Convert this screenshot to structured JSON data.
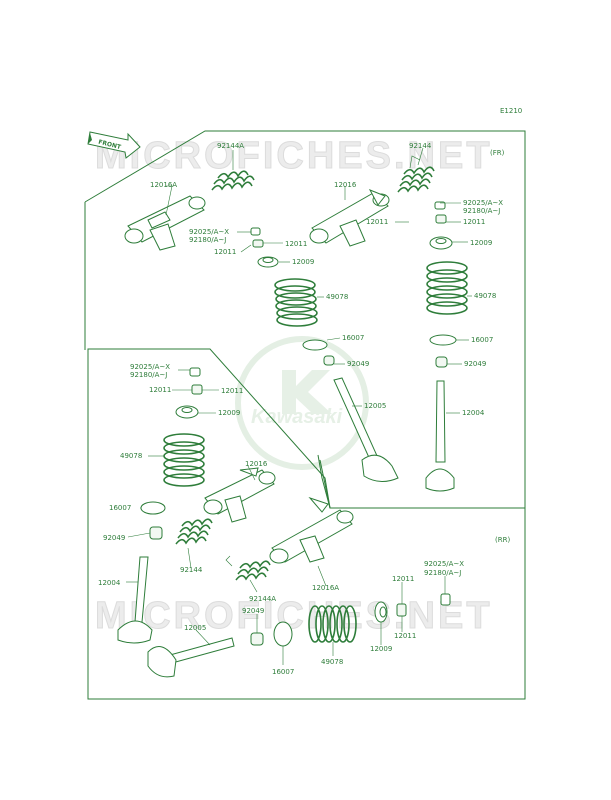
{
  "diagram_code": "E1210",
  "watermark": {
    "text": "MICROFICHES.NET",
    "brand": "Kawasaki"
  },
  "front_arrow_text": "FRONT",
  "sections": {
    "front": "(FR)",
    "rear": "(RR)"
  },
  "parts": {
    "rocker_arm_a": "12016A",
    "rocker_arm": "12016",
    "valve_spring_inner": "92144A",
    "valve_spring_outer": "92144",
    "shim_ax": "92025/A~X",
    "shim_aj": "92180/A~J",
    "retainer_keeper": "12011",
    "spring_retainer": "12009",
    "valve_spring": "49078",
    "oil_seal": "16007",
    "guide_cap": "92049",
    "exhaust_valve": "12005",
    "intake_valve": "12004"
  },
  "colors": {
    "line": "#2e7d3a",
    "watermark": "#e6e6e6",
    "background": "#ffffff"
  }
}
